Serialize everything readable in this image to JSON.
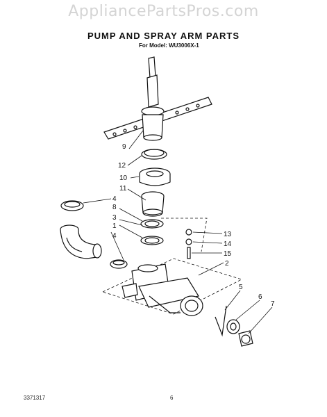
{
  "watermark": "AppliancePartsPros.com",
  "title": "PUMP AND SPRAY ARM PARTS",
  "subtitle": "For Model: WU3006X-1",
  "footer": {
    "doc_number": "3371317",
    "page_number": "6"
  },
  "callouts": [
    {
      "id": "9",
      "label": "9"
    },
    {
      "id": "12",
      "label": "12"
    },
    {
      "id": "10",
      "label": "10"
    },
    {
      "id": "11",
      "label": "11"
    },
    {
      "id": "4a",
      "label": "4"
    },
    {
      "id": "8",
      "label": "8"
    },
    {
      "id": "3",
      "label": "3"
    },
    {
      "id": "1",
      "label": "1"
    },
    {
      "id": "4b",
      "label": "4"
    },
    {
      "id": "13",
      "label": "13"
    },
    {
      "id": "14",
      "label": "14"
    },
    {
      "id": "15",
      "label": "15"
    },
    {
      "id": "2",
      "label": "2"
    },
    {
      "id": "5",
      "label": "5"
    },
    {
      "id": "6",
      "label": "6"
    },
    {
      "id": "7",
      "label": "7"
    }
  ]
}
